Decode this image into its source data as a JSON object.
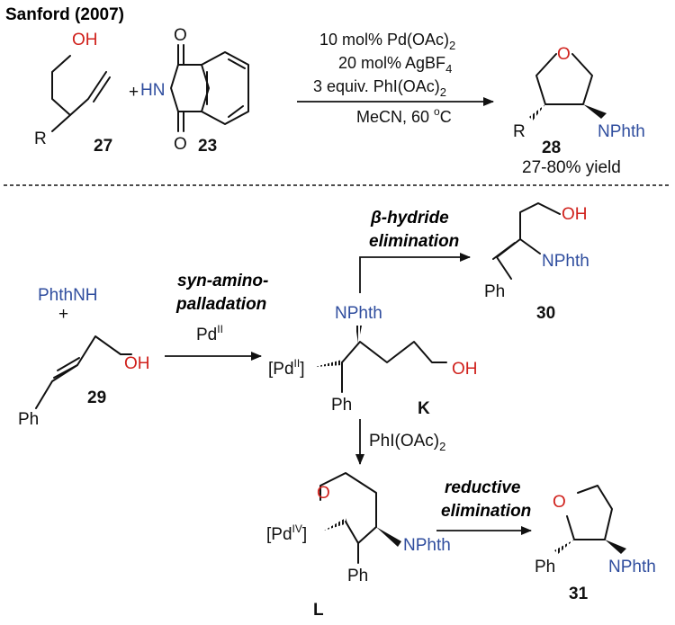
{
  "title": "Sanford (2007)",
  "reaction1": {
    "sm1": {
      "id": "27",
      "oh": "OH",
      "r": "R"
    },
    "plus": "+",
    "sm2": {
      "id": "23",
      "nh": "HN",
      "o_top": "O",
      "o_bottom": "O"
    },
    "conditions": [
      "10 mol% Pd(OAc)",
      "20 mol% AgBF",
      "3 equiv. PhI(OAc)",
      "MeCN, 60 ",
      "C"
    ],
    "cond_subs": [
      "2",
      "4",
      "2"
    ],
    "cond_sup": "o",
    "product": {
      "id": "28",
      "o": "O",
      "r": "R",
      "nphth": "NPhth",
      "yield": "27-80% yield"
    }
  },
  "mechanism": {
    "sm": {
      "id": "29",
      "phthnh": "PhthNH",
      "plus": "+",
      "oh": "OH",
      "ph": "Ph"
    },
    "step1": {
      "line1": "syn-amino-",
      "line2": "palladation",
      "reagent": "Pd",
      "reagent_sup": "II"
    },
    "intK": {
      "id": "K",
      "pd": "[Pd",
      "pd_sup": "II",
      "pd_end": "]",
      "nphth": "NPhth",
      "oh": "OH",
      "ph": "Ph"
    },
    "branch": {
      "line1_greek": "β",
      "line1": "-hydride",
      "line2": "elimination"
    },
    "prod30": {
      "id": "30",
      "oh": "OH",
      "nphth": "NPhth",
      "ph": "Ph"
    },
    "oxidation": {
      "reagent": "PhI(OAc)",
      "sub": "2"
    },
    "intL": {
      "id": "L",
      "o": "O",
      "pd": "[Pd",
      "pd_sup": "IV",
      "pd_end": "]",
      "nphth": "NPhth",
      "ph": "Ph"
    },
    "step2": {
      "line1": "reductive",
      "line2": "elimination"
    },
    "prod31": {
      "id": "31",
      "o": "O",
      "ph": "Ph",
      "nphth": "NPhth"
    }
  }
}
